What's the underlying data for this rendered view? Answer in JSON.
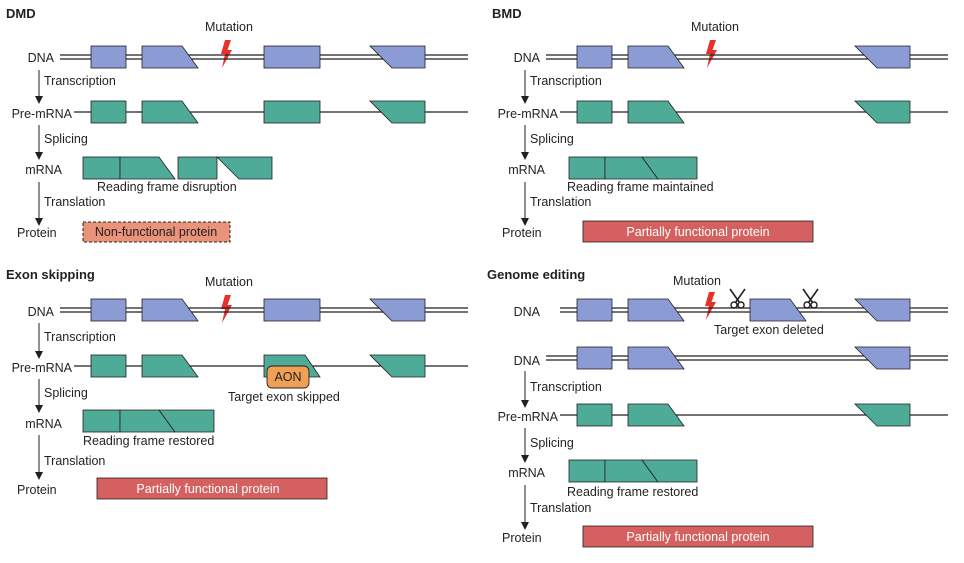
{
  "panels": {
    "dmd": {
      "title": "DMD",
      "mutation": "Mutation",
      "dna": "DNA",
      "transcription": "Transcription",
      "premrna": "Pre-mRNA",
      "splicing": "Splicing",
      "mrna": "mRNA",
      "frame_note": "Reading frame disruption",
      "translation": "Translation",
      "protein_label": "Protein",
      "protein": "Non-functional protein"
    },
    "bmd": {
      "title": "BMD",
      "mutation": "Mutation",
      "dna": "DNA",
      "transcription": "Transcription",
      "premrna": "Pre-mRNA",
      "splicing": "Splicing",
      "mrna": "mRNA",
      "frame_note": "Reading frame maintained",
      "translation": "Translation",
      "protein_label": "Protein",
      "protein": "Partially functional protein"
    },
    "exon_skipping": {
      "title": "Exon skipping",
      "mutation": "Mutation",
      "dna": "DNA",
      "transcription": "Transcription",
      "premrna": "Pre-mRNA",
      "aon": "AON",
      "skip_note": "Target exon skipped",
      "splicing": "Splicing",
      "mrna": "mRNA",
      "frame_note": "Reading frame restored",
      "translation": "Translation",
      "protein_label": "Protein",
      "protein": "Partially functional protein"
    },
    "genome_editing": {
      "title": "Genome editing",
      "mutation": "Mutation",
      "dna1": "DNA",
      "delete_note": "Target exon deleted",
      "dna2": "DNA",
      "transcription": "Transcription",
      "premrna": "Pre-mRNA",
      "splicing": "Splicing",
      "mrna": "mRNA",
      "frame_note": "Reading frame restored",
      "translation": "Translation",
      "protein_label": "Protein",
      "protein": "Partially functional protein"
    }
  },
  "colors": {
    "dna_exon": "#8b9bd3",
    "rna_exon": "#4eab98",
    "mutation": "#e8302b",
    "protein_partial": "#d46060",
    "protein_nonfunctional": "#e8937a",
    "aon": "#f0a055"
  }
}
